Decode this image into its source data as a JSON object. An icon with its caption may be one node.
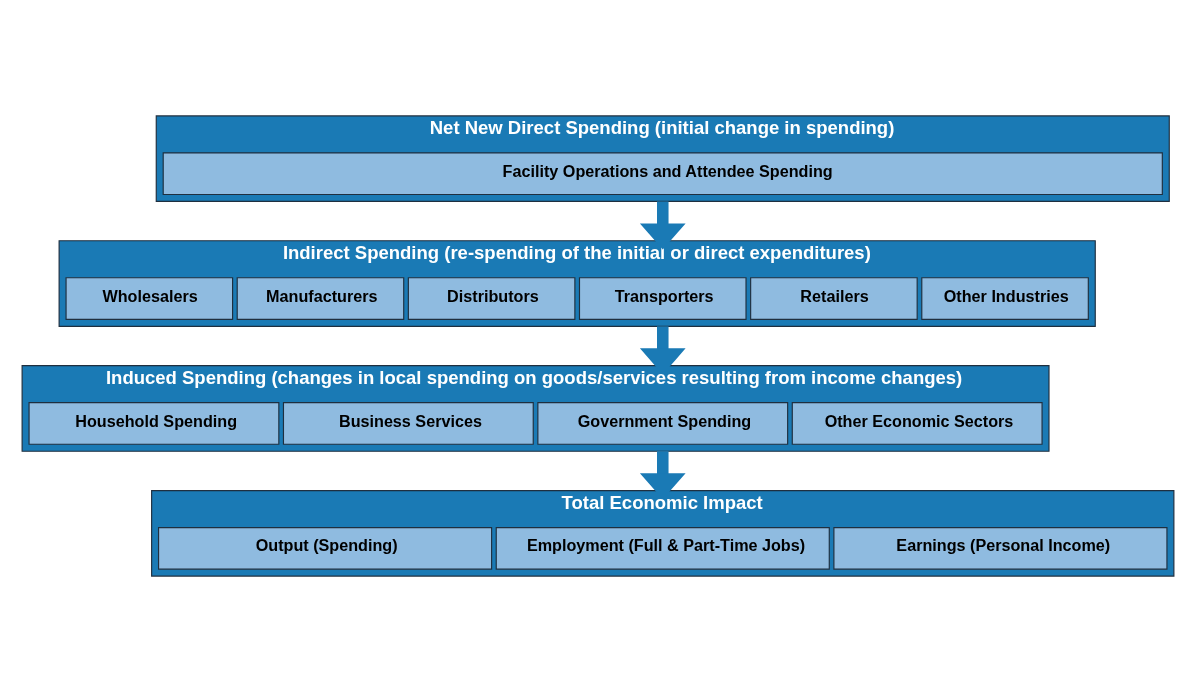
{
  "diagram": {
    "nodes": [
      {
        "text": [
          "Net New Direct Spending (initial change in spending)"
        ]
      },
      {
        "text": [
          "Facility Operations and Attendee Spending"
        ],
        "in": 0
      },
      {
        "text": [
          "Indirect Spending (re-spending of the initial or direct expenditures)"
        ]
      },
      {
        "text": [
          "Wholesalers"
        ],
        "in": 2
      },
      {
        "text": [
          "Manufacturers"
        ],
        "in": 2
      },
      {
        "text": [
          "Distributors"
        ],
        "in": 2
      },
      {
        "text": [
          "Transporters"
        ],
        "in": 2
      },
      {
        "text": [
          "Retailers"
        ],
        "in": 2
      },
      {
        "text": [
          "Other Industries"
        ],
        "in": 2
      },
      {
        "text": [
          "Induced Spending (changes in local spending on goods/services resulting from income changes)"
        ]
      },
      {
        "text": [
          "Household Spending"
        ],
        "in": 9
      },
      {
        "text": [
          "Business Services"
        ],
        "in": 9
      },
      {
        "text": [
          "Government Spending"
        ],
        "in": 9
      },
      {
        "text": [
          "Other Economic Sectors"
        ],
        "in": 9
      },
      {
        "text": [
          "Total Economic Impact"
        ]
      },
      {
        "text": [
          "Output (Spending)"
        ],
        "in": 14
      },
      {
        "text": [
          "Employment (Full & Part-Time Jobs)"
        ],
        "in": 14
      },
      {
        "text": [
          "Earnings (Personal Income)"
        ],
        "in": 14
      }
    ],
    "edges": [
      {
        "from": 0,
        "to": 2,
        "arrow": "to"
      },
      {
        "from": 2,
        "to": 9,
        "arrow": "to"
      },
      {
        "from": 9,
        "to": 14,
        "arrow": "to"
      }
    ]
  }
}
